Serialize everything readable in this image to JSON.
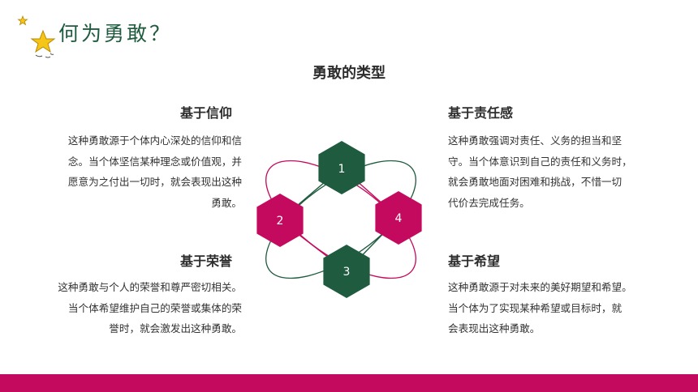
{
  "page": {
    "title": "何为勇敢？",
    "subtitle": "勇敢的类型"
  },
  "blocks": {
    "faith": {
      "heading": "基于信仰",
      "lines": [
        "这种勇敢源于个体内心深处的信仰和信",
        "念。当个体坚信某种理念或价值观，并",
        "愿意为之付出一切时，就会表现出这种",
        "勇敢。"
      ]
    },
    "honor": {
      "heading": "基于荣誉",
      "lines": [
        "这种勇敢与个人的荣誉和尊严密切相关。",
        "当个体希望维护自己的荣誉或集体的荣",
        "誉时，就会激发出这种勇敢。"
      ]
    },
    "duty": {
      "heading": "基于责任感",
      "lines": [
        "这种勇敢强调对责任、义务的担当和坚",
        "守。当个体意识到自己的责任和义务时，",
        "就会勇敢地面对困难和挑战，不惜一切",
        "代价去完成任务。"
      ]
    },
    "hope": {
      "heading": "基于希望",
      "lines": [
        "这种勇敢源于对未来的美好期望和希望。",
        "当个体为了实现某种希望或目标时，就",
        "会表现出这种勇敢。"
      ]
    }
  },
  "diagram": {
    "nodes": [
      {
        "label": "1",
        "color": "#1e5b3f"
      },
      {
        "label": "2",
        "color": "#c40a5e"
      },
      {
        "label": "3",
        "color": "#1e5b3f"
      },
      {
        "label": "4",
        "color": "#c40a5e"
      }
    ]
  },
  "colors": {
    "green": "#1e5b3f",
    "magenta": "#c40a5e",
    "star": "#f5c518"
  },
  "icons": {
    "decoration": "star-icon"
  }
}
